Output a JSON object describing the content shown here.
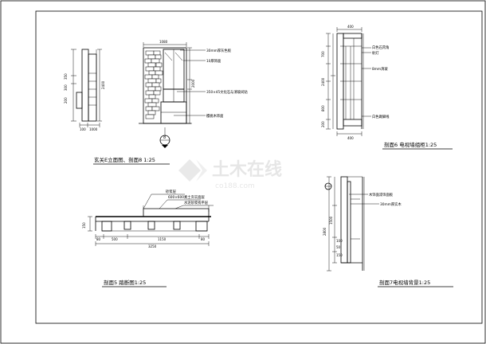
{
  "drawing": {
    "elevation": {
      "title": "玄关E立面图、剖面8 1:25",
      "section_marker": "8",
      "annotations": [
        "30mm厚灰色板",
        "10厚饰面",
        "350×45文化石与清玻间贴",
        "樱桃木饰面"
      ],
      "dims": {
        "top": "1080",
        "left_small": [
          "350",
          "300",
          "200"
        ],
        "left_vertical": [
          "2400",
          "2000"
        ],
        "bottom": [
          "100",
          "1000"
        ]
      }
    },
    "section6": {
      "title": "剖面6 电视墙组柜1:25",
      "annotations": [
        "白色石膏角",
        "射灯",
        "8mm清玻",
        "白色踢脚线"
      ],
      "dims": [
        "400",
        "2400",
        "700",
        "800",
        "200",
        "400"
      ]
    },
    "section5": {
      "title": "剖面5 踏断图1:25",
      "annotations": [
        "砂浆层",
        "600×600素土夯实面层",
        "水泥砂浆找平层"
      ],
      "dims": {
        "left": "150",
        "bottom_row1": [
          "80",
          "500",
          "1150",
          "80"
        ],
        "bottom_row2": [
          "3250"
        ]
      }
    },
    "section7": {
      "title": "剖面7电视墙背景1:25",
      "annotations": [
        "木饰面漆饰面板",
        "30mm厚实木"
      ],
      "dims": [
        "2800",
        "1500",
        "100",
        "50",
        "150"
      ]
    },
    "watermark": {
      "text": "土木在线",
      "subtext": "co188.com"
    }
  }
}
